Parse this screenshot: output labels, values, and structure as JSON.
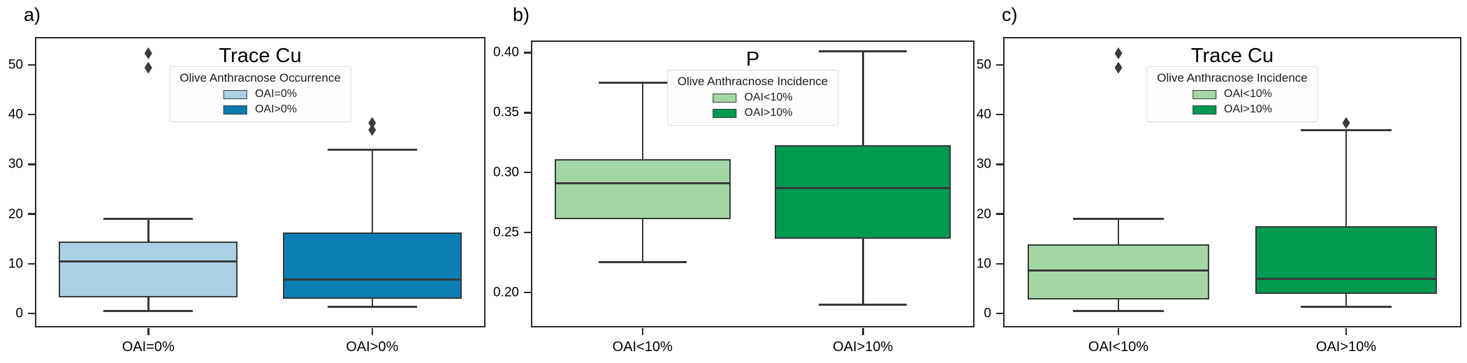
{
  "figure": {
    "background": "#ffffff",
    "axis_color": "#2a2a2a",
    "box_line_color": "#3a3a3a",
    "panels": [
      "a)",
      "b)",
      "c)"
    ]
  },
  "chart_data": [
    {
      "type": "box",
      "panel_label": "a)",
      "title": "Trace Cu",
      "legend": {
        "title": "Olive Anthracnose Occurrence",
        "position": "upper center",
        "entries": [
          {
            "label": "OAI=0%",
            "color": "#aad1e3"
          },
          {
            "label": "OAI>0%",
            "color": "#0b7db3"
          }
        ]
      },
      "categories": [
        "OAI=0%",
        "OAI>0%"
      ],
      "ylim": [
        -2.5,
        55.3
      ],
      "yticks": [
        "0",
        "10",
        "20",
        "30",
        "40",
        "50"
      ],
      "grid": false,
      "series": [
        {
          "category": "OAI=0%",
          "color": "#aad1e3",
          "whislo": 0.5,
          "q1": 3.3,
          "med": 10.5,
          "q3": 14.5,
          "whishi": 19.0,
          "outliers": [
            49.4,
            52.3
          ]
        },
        {
          "category": "OAI>0%",
          "color": "#0b7db3",
          "whislo": 1.4,
          "q1": 3.0,
          "med": 6.8,
          "q3": 16.3,
          "whishi": 32.9,
          "outliers": [
            36.9,
            38.3
          ]
        }
      ]
    },
    {
      "type": "box",
      "panel_label": "b)",
      "title": "P",
      "legend": {
        "title": "Olive Anthracnose Incidence",
        "position": "upper center",
        "entries": [
          {
            "label": "OAI<10%",
            "color": "#a3d7a5"
          },
          {
            "label": "OAI>10%",
            "color": "#029a50"
          }
        ]
      },
      "categories": [
        "OAI<10%",
        "OAI>10%"
      ],
      "ylim": [
        0.172,
        0.409
      ],
      "yticks": [
        "0.20",
        "0.25",
        "0.30",
        "0.35",
        "0.40"
      ],
      "grid": false,
      "series": [
        {
          "category": "OAI<10%",
          "color": "#a3d7a5",
          "whislo": 0.225,
          "q1": 0.261,
          "med": 0.291,
          "q3": 0.311,
          "whishi": 0.375,
          "outliers": []
        },
        {
          "category": "OAI>10%",
          "color": "#029a50",
          "whislo": 0.19,
          "q1": 0.245,
          "med": 0.287,
          "q3": 0.323,
          "whishi": 0.401,
          "outliers": []
        }
      ]
    },
    {
      "type": "box",
      "panel_label": "c)",
      "title": "Trace Cu",
      "legend": {
        "title": "Olive Anthracnose Incidence",
        "position": "upper center",
        "entries": [
          {
            "label": "OAI<10%",
            "color": "#a3d7a5"
          },
          {
            "label": "OAI>10%",
            "color": "#029a50"
          }
        ]
      },
      "categories": [
        "OAI<10%",
        "OAI>10%"
      ],
      "ylim": [
        -2.5,
        55.3
      ],
      "yticks": [
        "0",
        "10",
        "20",
        "30",
        "40",
        "50"
      ],
      "grid": false,
      "series": [
        {
          "category": "OAI<10%",
          "color": "#a3d7a5",
          "whislo": 0.5,
          "q1": 2.8,
          "med": 8.7,
          "q3": 13.9,
          "whishi": 19.0,
          "outliers": [
            49.4,
            52.3
          ]
        },
        {
          "category": "OAI>10%",
          "color": "#029a50",
          "whislo": 1.4,
          "q1": 4.0,
          "med": 6.9,
          "q3": 17.5,
          "whishi": 36.8,
          "outliers": [
            38.3
          ]
        }
      ]
    }
  ]
}
